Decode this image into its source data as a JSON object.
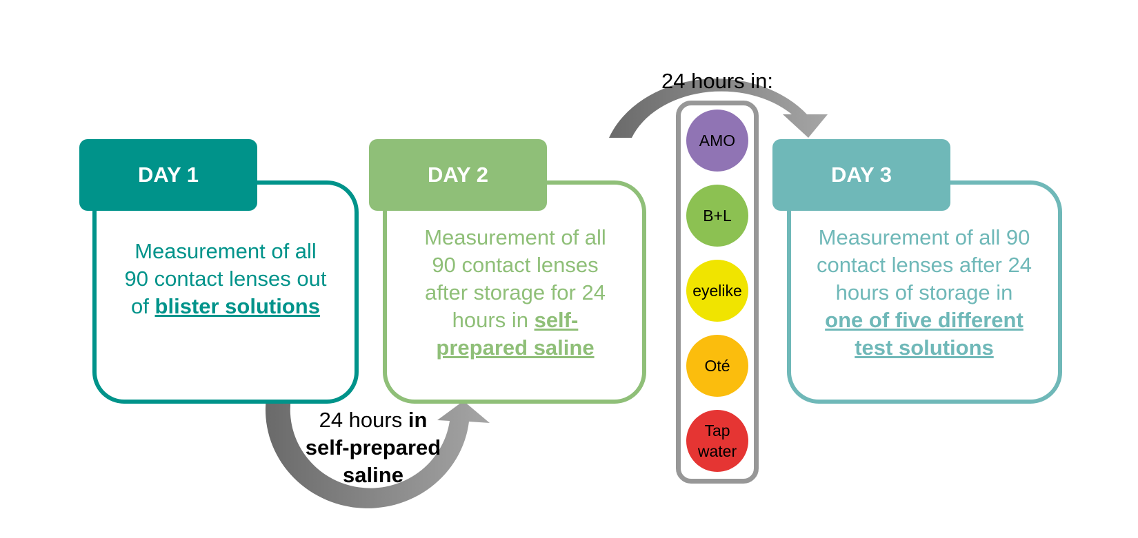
{
  "colors": {
    "day1": "#00938a",
    "day2": "#8fbf78",
    "day3": "#6fb8b8",
    "arrow": "#8c8c8c",
    "capsule_border": "#979797"
  },
  "day1": {
    "tab": "DAY 1",
    "line1": "Measurement of all",
    "line2": "90 contact lenses out",
    "line3_prefix": "of",
    "line3_emphasis": "blister solutions"
  },
  "day2": {
    "tab": "DAY 2",
    "line1": "Measurement of all",
    "line2": "90 contact lenses",
    "line3": "after storage for 24",
    "line4_prefix": "hours in",
    "line4_emphasis": "self-",
    "line5_emphasis": "prepared saline"
  },
  "day3": {
    "tab": "DAY 3",
    "line1": "Measurement of all 90",
    "line2": "contact lenses after 24",
    "line3": "hours of storage in",
    "line4_emphasis": "one of five different",
    "line5_emphasis": "test solutions"
  },
  "transition_1": {
    "prefix": "24 hours",
    "emphasis_1": "in",
    "emphasis_2": "self-prepared",
    "emphasis_3": "saline"
  },
  "transition_2": {
    "label": "24 hours in:"
  },
  "solutions": [
    {
      "line1": "AMO",
      "line2": "",
      "color": "#9074b4"
    },
    {
      "line1": "B+L",
      "line2": "",
      "color": "#8cc152"
    },
    {
      "line1": "eyelike",
      "line2": "",
      "color": "#f0e400"
    },
    {
      "line1": "Oté",
      "line2": "",
      "color": "#fbbd0d"
    },
    {
      "line1": "Tap",
      "line2": "water",
      "color": "#e53533"
    }
  ]
}
